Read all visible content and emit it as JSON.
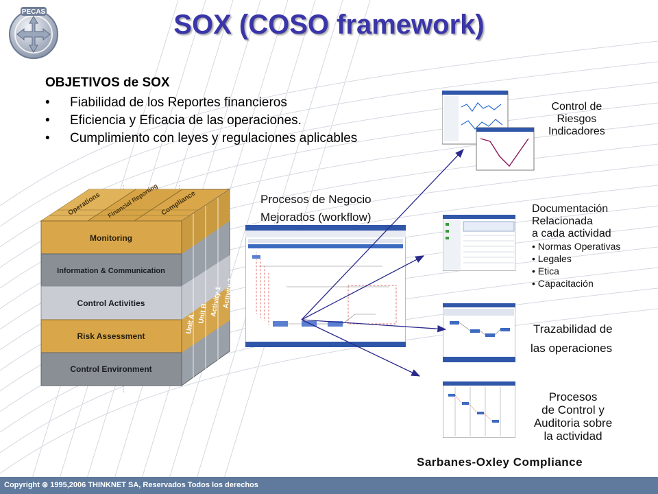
{
  "title": "SOX (COSO framework)",
  "logo_text": "PECAS",
  "objectives": {
    "heading": "OBJETIVOS de SOX",
    "bullets": [
      "Fiabilidad de los Reportes financieros",
      "Eficiencia y Eficacia de las operaciones.",
      "Cumplimiento con leyes y regulaciones aplicables"
    ]
  },
  "process": {
    "line1": "Procesos de Negocio",
    "line2": "Mejorados (workflow)"
  },
  "cube": {
    "top_labels": [
      "Operations",
      "Financial Reporting",
      "Compliance"
    ],
    "layers": [
      "Monitoring",
      "Information & Communication",
      "Control Activities",
      "Risk Assessment",
      "Control Environment"
    ],
    "side_labels": [
      "Unit A",
      "Unit B",
      "Activity 1",
      "Activity 2"
    ]
  },
  "panels": {
    "risk": {
      "lines": [
        "Control de",
        "Riesgos",
        "Indicadores"
      ]
    },
    "docs": {
      "lines": [
        "Documentación",
        "Relacionada",
        "a cada actividad"
      ],
      "bullets": [
        "• Normas Operativas",
        "• Legales",
        "• Etica",
        "• Capacitación"
      ]
    },
    "trace": {
      "lines": [
        "Trazabilidad de",
        "las operaciones"
      ]
    },
    "audit": {
      "lines": [
        "Procesos",
        "de Control y",
        "Auditoria sobre",
        "la actividad"
      ]
    }
  },
  "compliance": "Sarbanes-Oxley Compliance",
  "footer": "Copyright ⊚ 1995,2006 THINKNET SA, Reservados Todos los derechos",
  "colors": {
    "title": "#3a35a8",
    "footer_bar": "#5f7a9c",
    "arrow": "#2a2a8c",
    "layer_gold": "#d9a74a",
    "layer_gray": "#8a8f95",
    "layer_light": "#c9ccd3"
  }
}
